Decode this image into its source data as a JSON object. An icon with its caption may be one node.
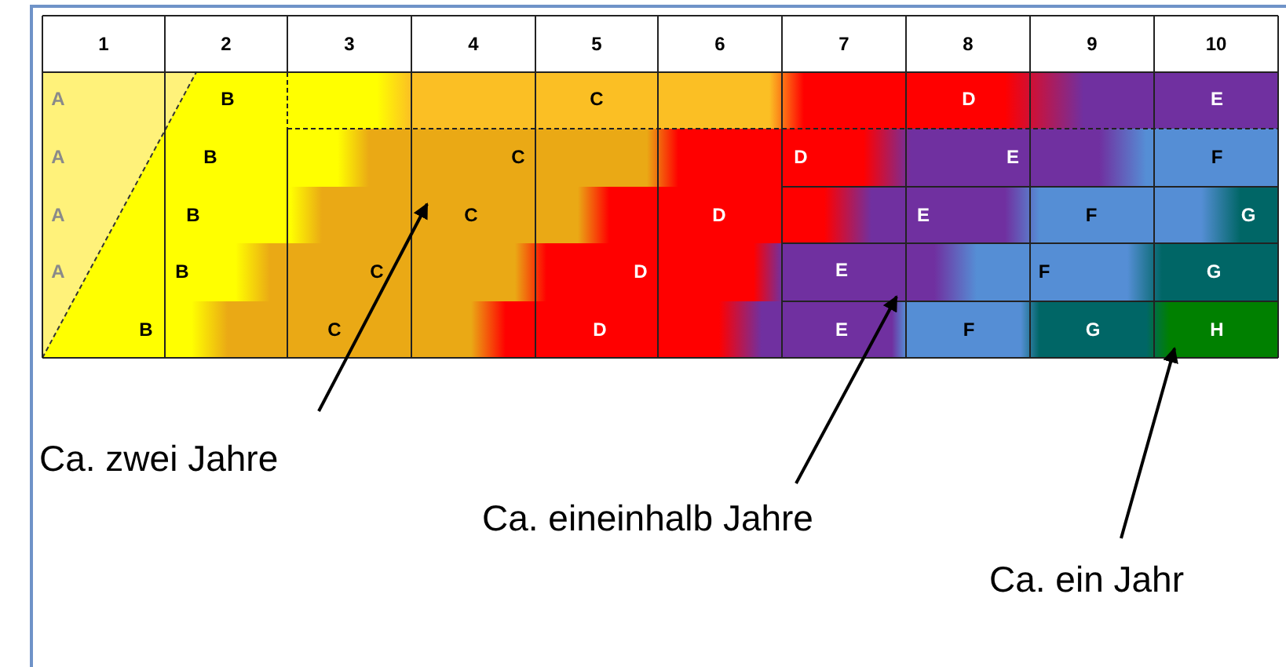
{
  "diagram": {
    "nodes": [
      {
        "text": [
          "Ca. zwei Jahre"
        ]
      },
      {
        "text": [
          "Ca. eineinhalb Jahre"
        ]
      },
      {
        "text": [
          "Ca. ein Jahr"
        ]
      }
    ],
    "edges": [
      {
        "from": 0,
        "to": null,
        "arrow": "to"
      },
      {
        "from": 1,
        "to": null,
        "arrow": "to"
      },
      {
        "from": 2,
        "to": null,
        "arrow": "to"
      }
    ],
    "labels": [
      "1",
      "2",
      "3",
      "4",
      "5",
      "6",
      "7",
      "8",
      "9",
      "10",
      "A",
      "B",
      "C",
      "D",
      "E",
      "A",
      "B",
      "C",
      "D",
      "E",
      "F",
      "A",
      "B",
      "C",
      "D",
      "E",
      "F",
      "G",
      "A",
      "B",
      "C",
      "D",
      "E",
      "F",
      "G",
      "B",
      "C",
      "D",
      "E",
      "F",
      "G",
      "H"
    ]
  }
}
